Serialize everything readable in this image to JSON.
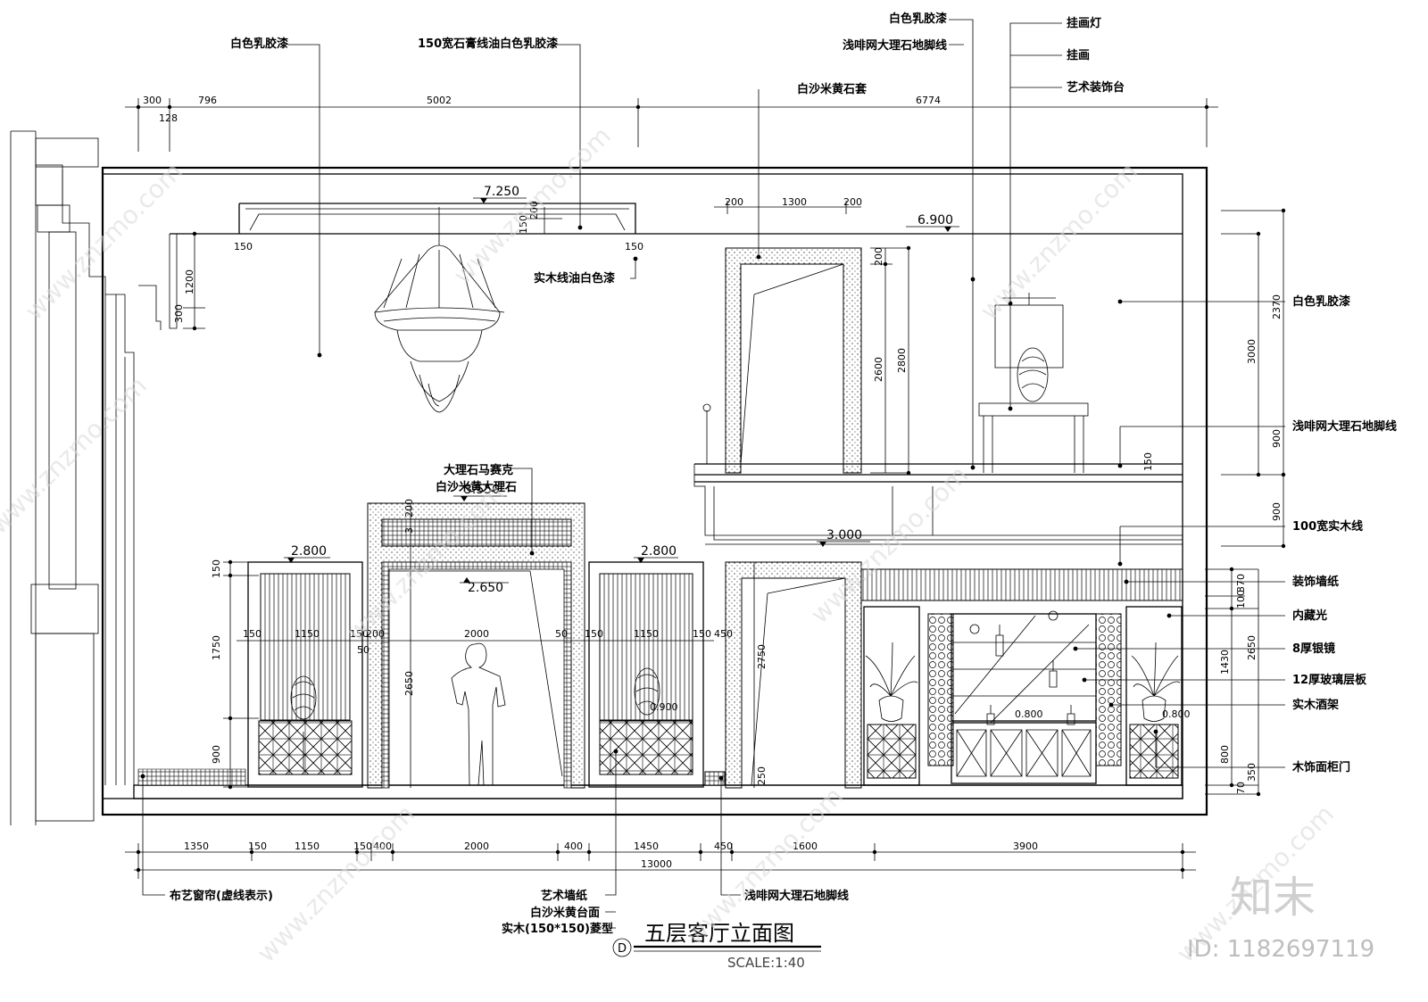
{
  "drawing": {
    "title": "五层客厅立面图",
    "scale": "SCALE:1:40",
    "mark": "D"
  },
  "callouts": {
    "white_latex_left": "白色乳胶漆",
    "gypsum_line": "150宽石膏线油白色乳胶漆",
    "wood_line_white": "实木线油白色漆",
    "marble_mosaic": "大理石马赛克",
    "beige_marble": "白沙米黄大理石",
    "beige_stone_frame": "白沙米黄石套",
    "white_latex_top": "白色乳胶漆",
    "coffee_baseboard_top": "浅啡网大理石地脚线",
    "picture_light": "挂画灯",
    "painting": "挂画",
    "art_table": "艺术装饰台",
    "white_latex_right": "白色乳胶漆",
    "coffee_baseboard_right": "浅啡网大理石地脚线",
    "wood_line_100": "100宽实木线",
    "deco_wallpaper": "装饰墙纸",
    "hidden_light": "内藏光",
    "silver_mirror": "8厚银镜",
    "glass_shelf": "12厚玻璃层板",
    "wine_rack": "实木酒架",
    "cabinet_door": "木饰面柜门",
    "curtain": "布艺窗帘(虚线表示)",
    "art_wallpaper": "艺术墙纸",
    "countertop": "白沙米黄台面",
    "diamond_wood": "实木(150*150)菱型",
    "coffee_baseboard_bottom": "浅啡网大理石地脚线"
  },
  "levels": {
    "l7250": "7.250",
    "l6900": "6.900",
    "l3550": "3.550",
    "l3000": "3.000",
    "l2800a": "2.800",
    "l2800b": "2.800",
    "l2650": "2.650",
    "l0900": "0.900",
    "l0800a": "0.800",
    "l0800b": "0.800"
  },
  "dims": {
    "top_300": "300",
    "top_796": "796",
    "top_128": "128",
    "top_5002": "5002",
    "top_6774": "6774",
    "ceil_200": "200",
    "ceil_150a": "150",
    "ceil_150b": "150",
    "ceil_150c": "150",
    "ceil_1200": "1200",
    "ceil_300": "300",
    "door_200a": "200",
    "door_1300": "1300",
    "door_200b": "200",
    "door_200v": "200",
    "door_2600": "2600",
    "door_2800": "2800",
    "right_2370": "2370",
    "right_3000": "3000",
    "right_900a": "900",
    "right_150": "150",
    "right_900b": "900",
    "right_100": "100",
    "right_370": "370",
    "right_1430": "1430",
    "right_2650": "2650",
    "right_800": "800",
    "right_350": "350",
    "right_70": "70",
    "left_150": "150",
    "left_1750": "1750",
    "left_900": "900",
    "arch_200a": "200",
    "arch_3": "3",
    "arch_2650": "2650",
    "arch_2750": "2750",
    "arch_250": "250",
    "mid_150a": "150",
    "mid_1150a": "1150",
    "mid_150b": "150",
    "mid_200": "200",
    "mid_50a": "50",
    "mid_2000": "2000",
    "mid_50b": "50",
    "mid_150c": "150",
    "mid_1150b": "1150",
    "mid_150d": "150",
    "mid_450": "450",
    "bot_1350": "1350",
    "bot_150a": "150",
    "bot_1150": "1150",
    "bot_150b": "150",
    "bot_400a": "400",
    "bot_2000": "2000",
    "bot_400b": "400",
    "bot_1450": "1450",
    "bot_450": "450",
    "bot_1600": "1600",
    "bot_3900": "3900",
    "bot_13000": "13000"
  },
  "watermark": {
    "brand": "知末",
    "id": "ID: 1182697119",
    "site": "www.znzmo.com"
  }
}
